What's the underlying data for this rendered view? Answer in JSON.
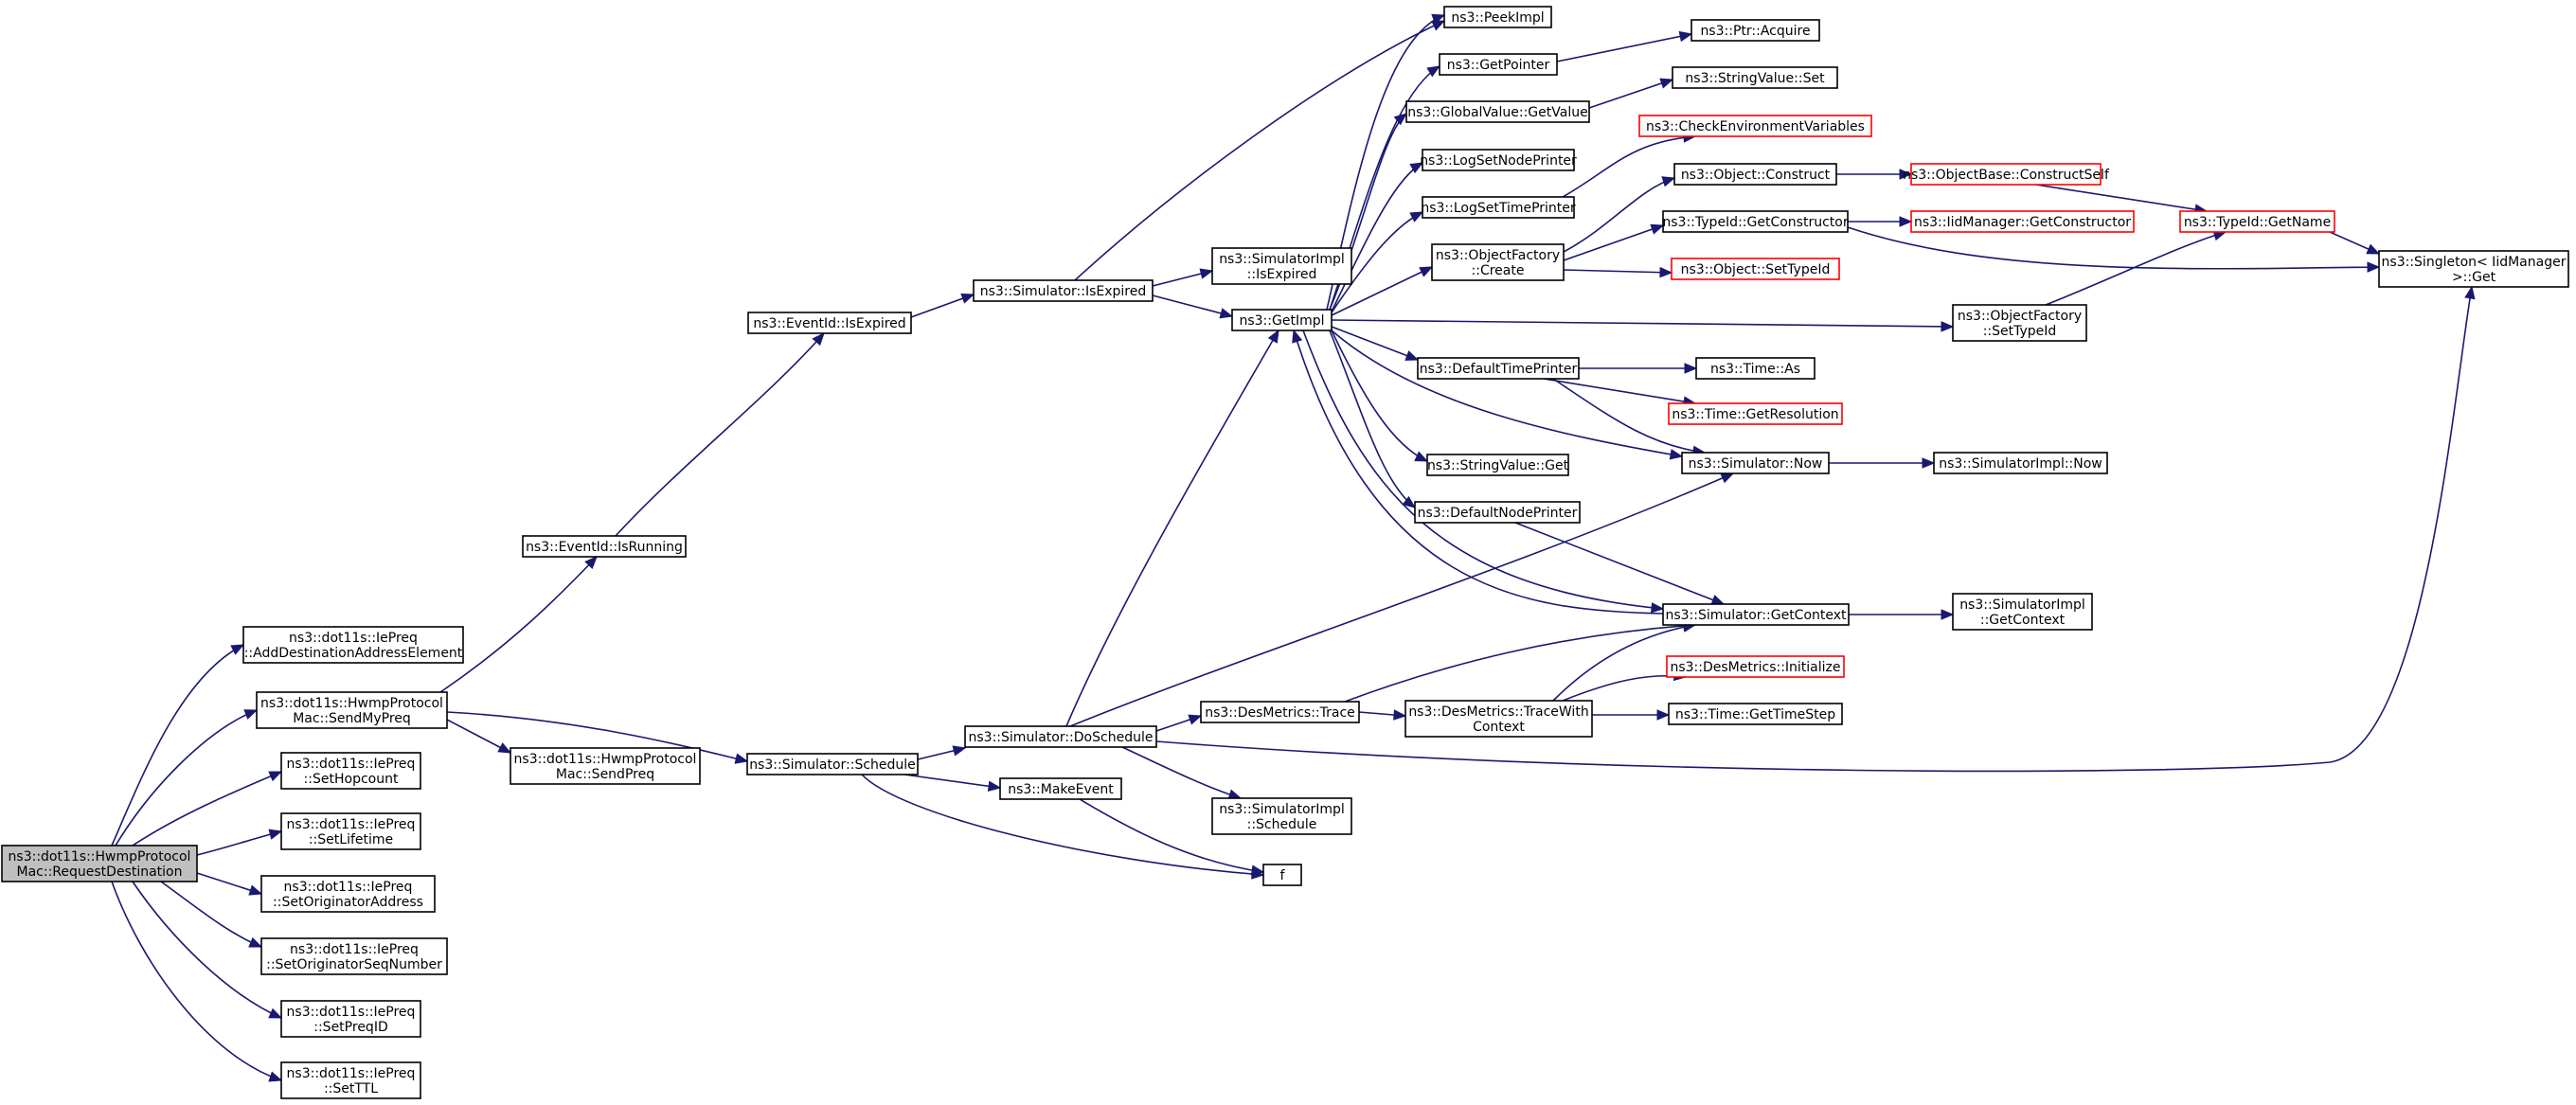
{
  "colors": {
    "edge": "#191970",
    "truncated_border": "#ff0000",
    "root_fill": "#bfbfbf",
    "node_border": "#000000"
  },
  "nodes": {
    "root": [
      "ns3::dot11s::HwmpProtocol",
      "Mac::RequestDestination"
    ],
    "add_dest": [
      "ns3::dot11s::IePreq",
      "::AddDestinationAddressElement"
    ],
    "send_my_preq": [
      "ns3::dot11s::HwmpProtocol",
      "Mac::SendMyPreq"
    ],
    "set_hopcount": [
      "ns3::dot11s::IePreq",
      "::SetHopcount"
    ],
    "set_lifetime": [
      "ns3::dot11s::IePreq",
      "::SetLifetime"
    ],
    "set_orig_addr": [
      "ns3::dot11s::IePreq",
      "::SetOriginatorAddress"
    ],
    "set_orig_seq": [
      "ns3::dot11s::IePreq",
      "::SetOriginatorSeqNumber"
    ],
    "set_preqid": [
      "ns3::dot11s::IePreq",
      "::SetPreqID"
    ],
    "set_ttl": [
      "ns3::dot11s::IePreq",
      "::SetTTL"
    ],
    "eventid_isrunning": [
      "ns3::EventId::IsRunning"
    ],
    "send_preq": [
      "ns3::dot11s::HwmpProtocol",
      "Mac::SendPreq"
    ],
    "sim_schedule": [
      "ns3::Simulator::Schedule"
    ],
    "eventid_isexpired": [
      "ns3::EventId::IsExpired"
    ],
    "sim_isexpired": [
      "ns3::Simulator::IsExpired"
    ],
    "sim_doschedule": [
      "ns3::Simulator::DoSchedule"
    ],
    "make_event": [
      "ns3::MakeEvent"
    ],
    "simimpl_isexpired": [
      "ns3::SimulatorImpl",
      "::IsExpired"
    ],
    "get_impl": [
      "ns3::GetImpl"
    ],
    "des_trace": [
      "ns3::DesMetrics::Trace"
    ],
    "simimpl_schedule": [
      "ns3::SimulatorImpl",
      "::Schedule"
    ],
    "f": [
      "f"
    ],
    "peek_impl": [
      "ns3::PeekImpl"
    ],
    "get_pointer": [
      "ns3::GetPointer"
    ],
    "globalvalue_getvalue": [
      "ns3::GlobalValue::GetValue"
    ],
    "log_set_node": [
      "ns3::LogSetNodePrinter"
    ],
    "log_set_time": [
      "ns3::LogSetTimePrinter"
    ],
    "objfactory_create": [
      "ns3::ObjectFactory",
      "::Create"
    ],
    "default_time_printer": [
      "ns3::DefaultTimePrinter"
    ],
    "stringvalue_get": [
      "ns3::StringValue::Get"
    ],
    "default_node_printer": [
      "ns3::DefaultNodePrinter"
    ],
    "des_trace_ctx": [
      "ns3::DesMetrics::TraceWith",
      "Context"
    ],
    "ptr_acquire": [
      "ns3::Ptr::Acquire"
    ],
    "stringvalue_set": [
      "ns3::StringValue::Set"
    ],
    "check_env": [
      "ns3::CheckEnvironmentVariables"
    ],
    "object_construct": [
      "ns3::Object::Construct"
    ],
    "typeid_getconstructor": [
      "ns3::TypeId::GetConstructor"
    ],
    "object_settypeid": [
      "ns3::Object::SetTypeId"
    ],
    "time_as": [
      "ns3::Time::As"
    ],
    "time_getresolution": [
      "ns3::Time::GetResolution"
    ],
    "sim_now": [
      "ns3::Simulator::Now"
    ],
    "sim_getcontext": [
      "ns3::Simulator::GetContext"
    ],
    "des_initialize": [
      "ns3::DesMetrics::Initialize"
    ],
    "time_gettimestep": [
      "ns3::Time::GetTimeStep"
    ],
    "objbase_constructself": [
      "ns3::ObjectBase::ConstructSelf"
    ],
    "iidmanager_getconstructor": [
      "ns3::IidManager::GetConstructor"
    ],
    "objfactory_settypeid": [
      "ns3::ObjectFactory",
      "::SetTypeId"
    ],
    "simimpl_now": [
      "ns3::SimulatorImpl::Now"
    ],
    "simimpl_getcontext": [
      "ns3::SimulatorImpl",
      "::GetContext"
    ],
    "typeid_getname": [
      "ns3::TypeId::GetName"
    ],
    "singleton_get": [
      "ns3::Singleton< IidManager",
      ">::Get"
    ]
  }
}
